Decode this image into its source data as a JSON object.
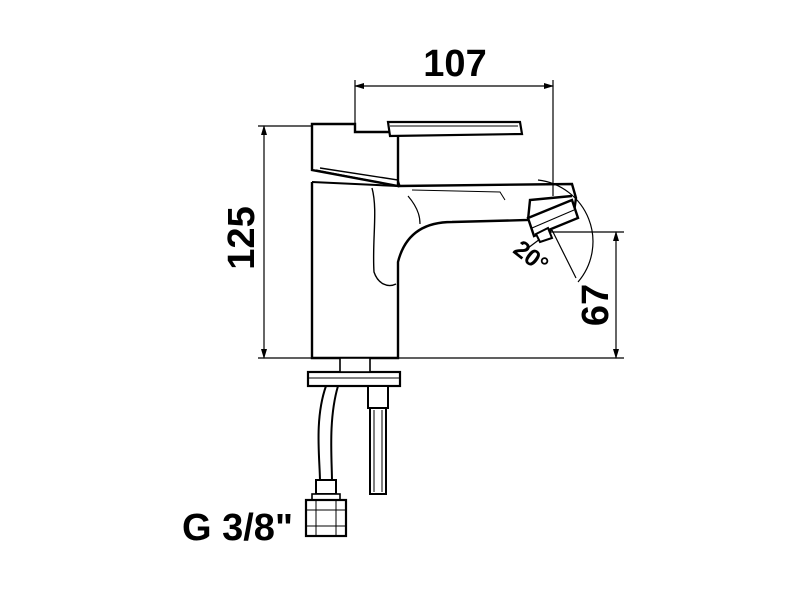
{
  "dimensions": {
    "width": "107",
    "height": "125",
    "spout_height": "67",
    "spout_angle": "20°"
  },
  "connection": {
    "thread": "G 3/8\""
  },
  "colors": {
    "line": "#000000",
    "background": "#ffffff"
  }
}
